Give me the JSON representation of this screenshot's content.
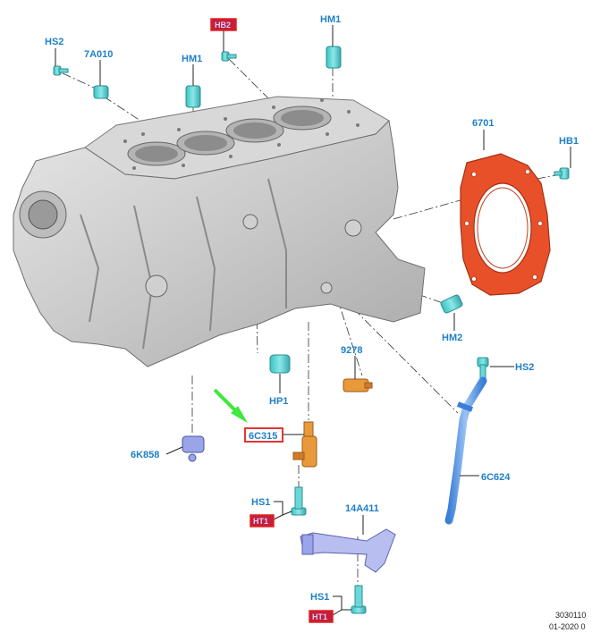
{
  "labels": {
    "hs2_top": "HS2",
    "a7010": "7A010",
    "hb_top": "HB2",
    "hm1_mid": "HM1",
    "hm1_right": "HM1",
    "p6701": "6701",
    "hb1": "HB1",
    "hm2": "HM2",
    "p9278": "9278",
    "hp1": "HP1",
    "hs2_right": "HS2",
    "p6c315": "6C315",
    "p6k858": "6K858",
    "p6c624": "6C624",
    "hs1_a": "HS1",
    "ht_a": "HT1",
    "p14a411": "14A411",
    "hs1_b": "HS1",
    "ht_b": "HT1"
  },
  "footer": {
    "code": "3030110",
    "date": "01-2020 0"
  },
  "colors": {
    "label": "#1f7fc8",
    "highlight_box": "#e0201e",
    "highlight_fill": "#c41e3a",
    "gasket": "#e8502a",
    "block": "#c8c8c8",
    "fastener": "#5ad4d4",
    "sensor": "#e89a3a",
    "bracket": "#9aa4e8",
    "pointer_arrow": "#3ee83e"
  }
}
